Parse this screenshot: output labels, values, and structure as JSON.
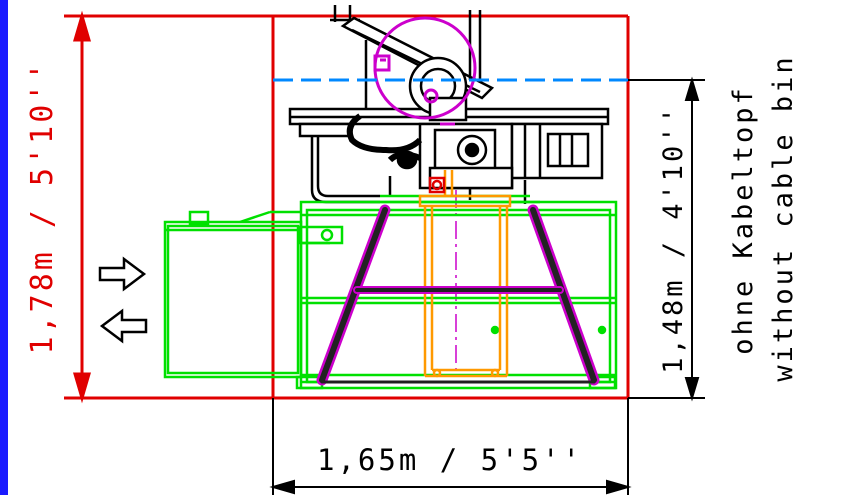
{
  "dimensions": {
    "height_total": "1,78m / 5'10''",
    "height_no_bin": "1,48m / 4'10''",
    "width": "1,65m / 5'5''"
  },
  "notes": {
    "line1": "ohne Kabeltopf",
    "line2": "without cable bin"
  },
  "colors": {
    "frame": "#e00000",
    "dimension": "#000000",
    "machine_outline": "#000000",
    "base_frame": "#00e000",
    "support_legs": "#cc00cc",
    "center_column": "#ff9900",
    "reference_line": "#0088ff",
    "screen_edge": "#1b1bff"
  },
  "icons": {
    "move_right": "arrow-right-outline-icon",
    "move_left": "arrow-left-outline-icon"
  }
}
